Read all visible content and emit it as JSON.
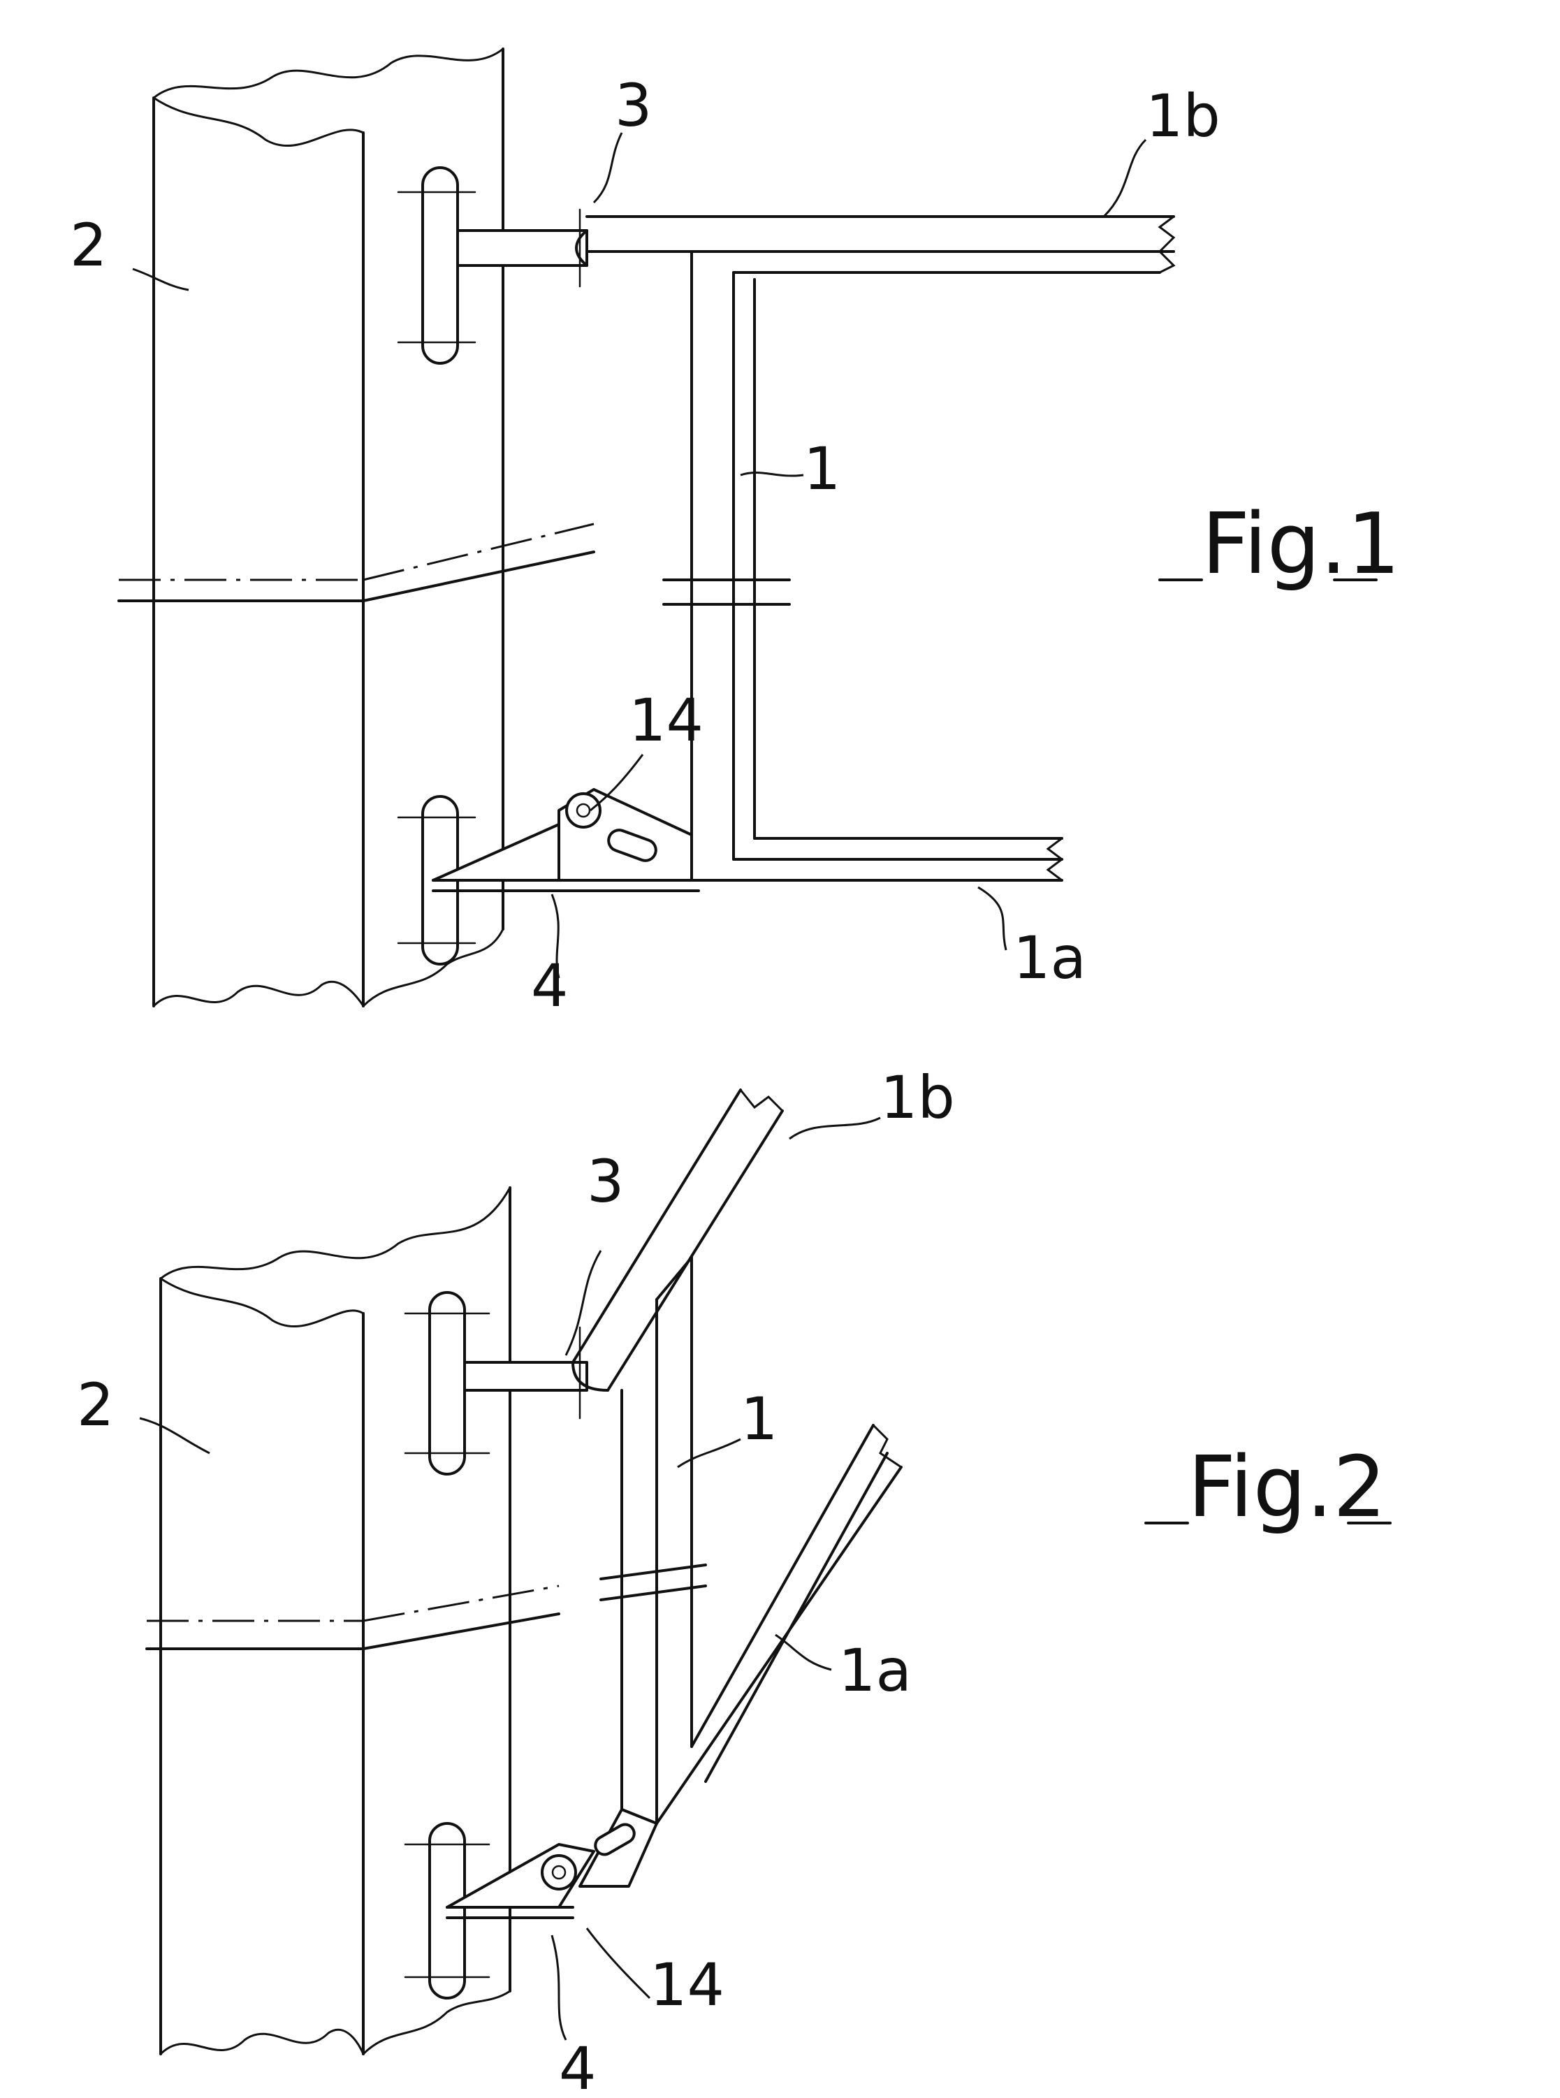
{
  "figures": [
    {
      "caption": "Fig.1",
      "labels": {
        "post": "2",
        "frame": "1",
        "upper_arm": "1b",
        "lower_arm": "1a",
        "upper_bracket": "3",
        "lower_bracket": "4",
        "latch": "14"
      }
    },
    {
      "caption": "Fig.2",
      "labels": {
        "post": "2",
        "frame": "1",
        "upper_arm": "1b",
        "lower_arm": "1a",
        "upper_bracket": "3",
        "lower_bracket": "4",
        "latch": "14"
      }
    }
  ]
}
